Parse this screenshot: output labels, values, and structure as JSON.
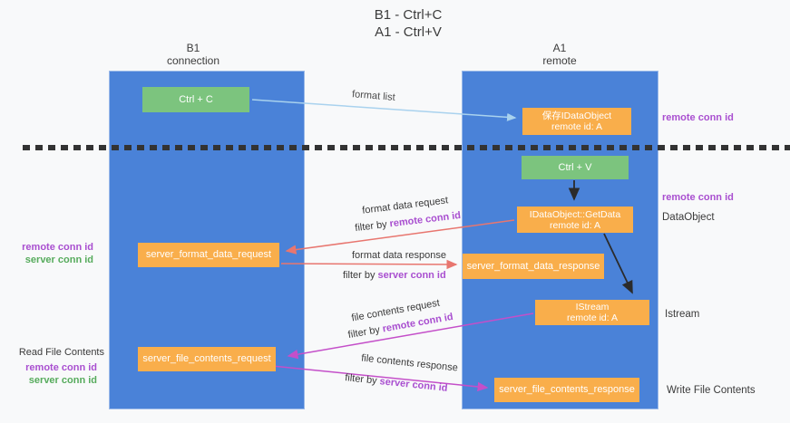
{
  "title": {
    "line1": "B1 - Ctrl+C",
    "line2": "A1 - Ctrl+V"
  },
  "columns": {
    "left": {
      "name": "B1",
      "role": "connection"
    },
    "right": {
      "name": "A1",
      "role": "remote"
    }
  },
  "boxes": {
    "ctrl_c": {
      "label": "Ctrl + C"
    },
    "ctrl_v": {
      "label": "Ctrl + V"
    },
    "save_dataobject": {
      "line1": "保存IDataObject",
      "line2": "remote id: A"
    },
    "getdata": {
      "line1": "IDataObject::GetData",
      "line2": "remote id: A"
    },
    "istream": {
      "line1": "IStream",
      "line2": "remote id: A"
    },
    "server_format_data_request": {
      "label": "server_format_data_request"
    },
    "server_format_data_response": {
      "label": "server_format_data_response"
    },
    "server_file_contents_request": {
      "label": "server_file_contents_request"
    },
    "server_file_contents_response": {
      "label": "server_file_contents_response"
    }
  },
  "flow_labels": {
    "format_list": "format list",
    "format_data_request": "format data request",
    "format_data_response": "format data response",
    "file_contents_request": "file contents request",
    "file_contents_response": "file contents response",
    "filter_by": "filter by ",
    "remote_conn_id": "remote conn id",
    "server_conn_id": "server conn id"
  },
  "annotations": {
    "left": {
      "remote_conn_id_1": "remote conn id",
      "server_conn_id_1": "server conn id",
      "read_file_contents": "Read File Contents",
      "remote_conn_id_2": "remote conn id",
      "server_conn_id_2": "server conn id"
    },
    "right": {
      "remote_conn_id_1": "remote conn id",
      "remote_conn_id_2": "remote conn id",
      "dataobject": "DataObject",
      "istream": "Istream",
      "write_file_contents": "Write File Contents"
    }
  },
  "colors": {
    "column_blue": "#4a82d8",
    "box_green": "#7cc47e",
    "box_orange": "#f9ae4b",
    "arrow_lightblue": "#a9d2ee",
    "arrow_red": "#e8766f",
    "arrow_magenta": "#c44fc9",
    "arrow_black": "#2b2b2b",
    "text_purple": "#a94fd0",
    "text_green": "#56ab5c"
  }
}
